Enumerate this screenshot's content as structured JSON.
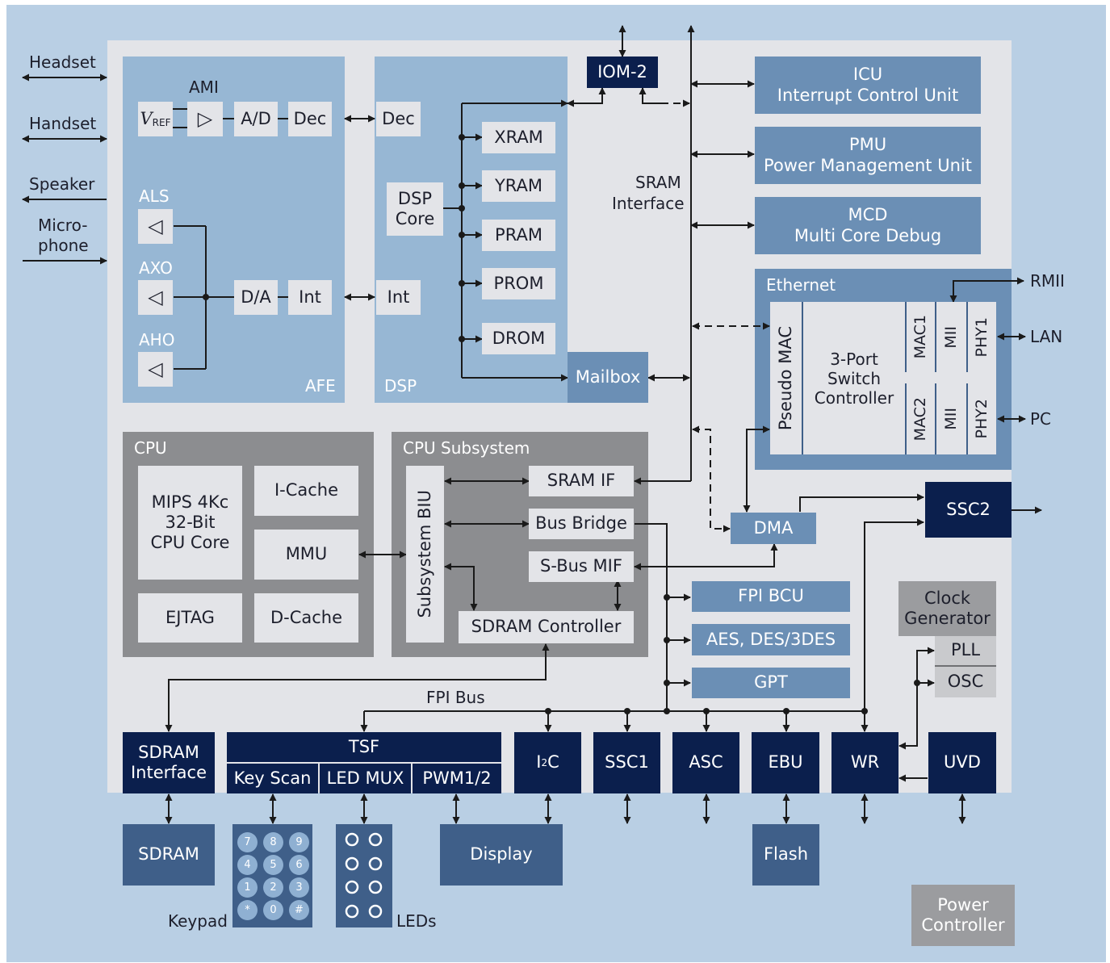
{
  "colors": {
    "outer_bg": "#b9cfe4",
    "chip_bg": "#e3e4e8",
    "afe_dsp": "#97b7d4",
    "mid_blue": "#6b8fb5",
    "dark_navy": "#0b1f4d",
    "medium_blue": "#3f5f89",
    "cpu_gray": "#8c8d90",
    "light_box": "#e3e4e8",
    "line": "#1a1a1a"
  },
  "external": {
    "headset": "Headset",
    "handset": "Handset",
    "speaker": "Speaker",
    "microphone_1": "Micro-",
    "microphone_2": "phone",
    "rmii": "RMII",
    "lan": "LAN",
    "pc": "PC",
    "keypad": "Keypad",
    "leds": "LEDs"
  },
  "afe": {
    "label": "AFE",
    "ami": "AMI",
    "vref_v": "V",
    "vref_sub": "REF",
    "amp_glyph": "▷",
    "ad": "A/D",
    "dec": "Dec",
    "als": "ALS",
    "axo": "AXO",
    "aho": "AHO",
    "out_glyph": "◁",
    "da": "D/A",
    "int": "Int"
  },
  "dsp": {
    "label": "DSP",
    "dec": "Dec",
    "int": "Int",
    "core_1": "DSP",
    "core_2": "Core",
    "xram": "XRAM",
    "yram": "YRAM",
    "pram": "PRAM",
    "prom": "PROM",
    "drom": "DROM",
    "mailbox": "Mailbox"
  },
  "iom2": "IOM-2",
  "sram_interface_1": "SRAM",
  "sram_interface_2": "Interface",
  "icu": {
    "title": "ICU",
    "sub": "Interrupt Control Unit"
  },
  "pmu": {
    "title": "PMU",
    "sub": "Power Management Unit"
  },
  "mcd": {
    "title": "MCD",
    "sub": "Multi Core Debug"
  },
  "ethernet": {
    "label": "Ethernet",
    "pseudo_mac": "Pseudo MAC",
    "switch_1": "3-Port",
    "switch_2": "Switch",
    "switch_3": "Controller",
    "mac1": "MAC1",
    "mii1": "MII",
    "phy1": "PHY1",
    "mac2": "MAC2",
    "mii2": "MII",
    "phy2": "PHY2"
  },
  "cpu": {
    "label": "CPU",
    "core_1": "MIPS 4Kc",
    "core_2": "32-Bit",
    "core_3": "CPU Core",
    "icache": "I-Cache",
    "mmu": "MMU",
    "ejtag": "EJTAG",
    "dcache": "D-Cache"
  },
  "cpu_subsystem": {
    "label": "CPU Subsystem",
    "biu": "Subsystem BIU",
    "sram_if": "SRAM IF",
    "bus_bridge": "Bus Bridge",
    "sbus_mif": "S-Bus MIF",
    "sdram_ctrl": "SDRAM Controller"
  },
  "dma": "DMA",
  "ssc2": "SSC2",
  "fpi_bcu": "FPI BCU",
  "aes": "AES, DES/3DES",
  "gpt": "GPT",
  "clock": {
    "line1": "Clock",
    "line2": "Generator",
    "pll": "PLL",
    "osc": "OSC"
  },
  "fpi_bus": "FPI Bus",
  "bottom": {
    "sdram_if_1": "SDRAM",
    "sdram_if_2": "Interface",
    "tsf": "TSF",
    "key_scan": "Key Scan",
    "led_mux": "LED MUX",
    "pwm": "PWM1/2",
    "i2c_pre": "I",
    "i2c_sup": "2",
    "i2c_post": "C",
    "ssc1": "SSC1",
    "asc": "ASC",
    "ebu": "EBU",
    "wr": "WR",
    "uvd": "UVD"
  },
  "peripherals": {
    "sdram": "SDRAM",
    "display": "Display",
    "flash": "Flash",
    "power_1": "Power",
    "power_2": "Controller"
  },
  "keypad_keys": [
    "7",
    "8",
    "9",
    "4",
    "5",
    "6",
    "1",
    "2",
    "3",
    "*",
    "0",
    "#"
  ]
}
